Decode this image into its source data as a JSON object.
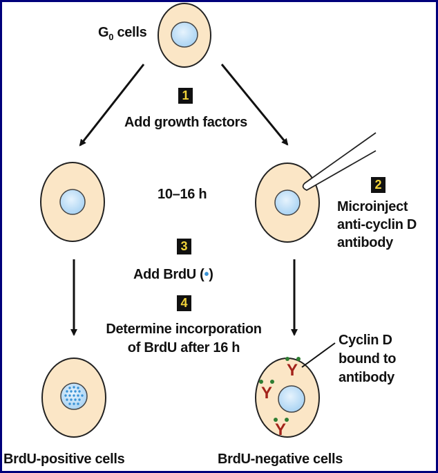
{
  "labels": {
    "g0_cells": "G",
    "g0_sub": "0",
    "g0_suffix": " cells",
    "time": "10–16 h",
    "add_brdu_pre": "Add BrdU (",
    "add_brdu_dot": "•",
    "add_brdu_post": ")",
    "determine_line1": "Determine incorporation",
    "determine_line2": "of BrdU after 16 h",
    "microinject_line1": "Microinject",
    "microinject_line2": "anti-cyclin D",
    "microinject_line3": "antibody",
    "cyclin_line1": "Cyclin D",
    "cyclin_line2": "bound to",
    "cyclin_line3": "antibody",
    "brdu_positive": "BrdU-positive cells",
    "brdu_negative": "BrdU-negative cells",
    "add_growth": "Add growth factors"
  },
  "steps": {
    "s1": "1",
    "s2": "2",
    "s3": "3",
    "s4": "4"
  },
  "antibody": {
    "symbol": "Y"
  },
  "colors": {
    "frame": "#00007a",
    "cell_fill": "#fbe6c6",
    "cell_stroke": "#222222",
    "nucleus_fill": "#a9d3f3",
    "nucleus_highlight": "#e6f3fd",
    "brdu_dot": "#3a93d6",
    "step_bg": "#111111",
    "step_text": "#f2d43a",
    "antibody": "#a3231b",
    "cyclin_dot": "#2e7d32"
  }
}
